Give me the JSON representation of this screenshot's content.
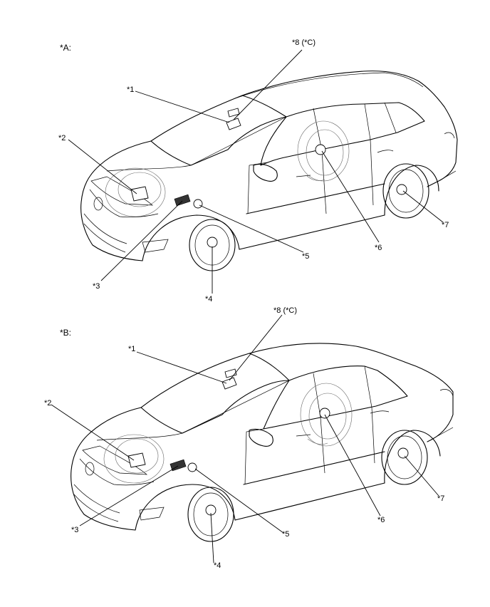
{
  "variants": [
    {
      "label": "*A:",
      "callouts": {
        "c1": "*1",
        "c2": "*2",
        "c3": "*3",
        "c4": "*4",
        "c5": "*5",
        "c6": "*6",
        "c7": "*7",
        "c8": "*8 (*C)"
      }
    },
    {
      "label": "*B:",
      "callouts": {
        "c1": "*1",
        "c2": "*2",
        "c3": "*3",
        "c4": "*4",
        "c5": "*5",
        "c6": "*6",
        "c7": "*7",
        "c8": "*8 (*C)"
      }
    }
  ]
}
